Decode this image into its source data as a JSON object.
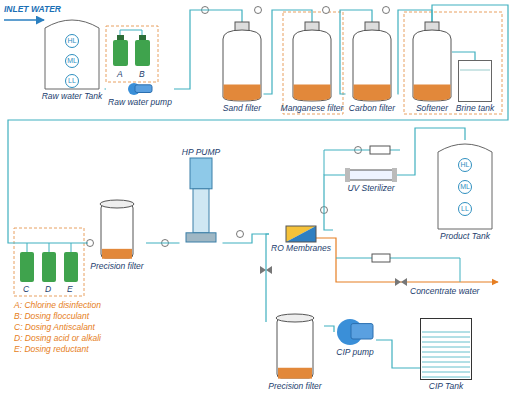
{
  "diagram": {
    "nodes": [
      {
        "text": [
          "Raw water Tank"
        ]
      },
      {
        "text": [
          "HL"
        ],
        "in": 0
      },
      {
        "text": [
          "ML"
        ],
        "in": 0
      },
      {
        "text": [
          "LL"
        ],
        "in": 0
      },
      {
        "text": [
          "Raw water pump"
        ]
      },
      {
        "text": [
          "Sand filter"
        ]
      },
      {
        "text": [
          "Manganese filter"
        ]
      },
      {
        "text": [
          "Carbon filter"
        ]
      },
      {
        "text": [
          "Softener"
        ]
      },
      {
        "text": [
          "Brine tank"
        ]
      },
      {
        "text": [
          "Precision filter"
        ]
      },
      {
        "text": [
          "HP PUMP"
        ]
      },
      {
        "text": [
          "RO Membranes"
        ]
      },
      {
        "text": [
          "UV Sterilizer"
        ]
      },
      {
        "text": [
          "Product Tank"
        ]
      },
      {
        "text": [
          "HL"
        ],
        "in": 14
      },
      {
        "text": [
          "ML"
        ],
        "in": 14
      },
      {
        "text": [
          "LL"
        ],
        "in": 14
      },
      {
        "text": [
          "Precision filter"
        ]
      },
      {
        "text": [
          "CIP pump"
        ]
      },
      {
        "text": [
          "CIP Tank"
        ]
      }
    ],
    "edges": [
      {
        "from": 0,
        "to": 4,
        "arrow": "none"
      },
      {
        "from": 4,
        "to": 5,
        "arrow": "none"
      },
      {
        "from": 5,
        "to": 6,
        "arrow": "none"
      },
      {
        "from": 6,
        "to": 7,
        "arrow": "none"
      },
      {
        "from": 7,
        "to": 8,
        "arrow": "none"
      },
      {
        "from": 8,
        "to": 9,
        "arrow": "none"
      },
      {
        "from": 8,
        "to": 10,
        "arrow": "none"
      },
      {
        "from": 10,
        "to": 11,
        "arrow": "none"
      },
      {
        "from": 11,
        "to": 12,
        "arrow": "none"
      },
      {
        "from": 12,
        "to": 13,
        "arrow": "none"
      },
      {
        "from": 13,
        "to": 14,
        "arrow": "none"
      },
      {
        "from": 20,
        "to": 19,
        "arrow": "none"
      },
      {
        "from": 19,
        "to": 18,
        "arrow": "none"
      },
      {
        "from": 18,
        "to": 12,
        "arrow": "none"
      }
    ],
    "labels": [
      "INLET WATER",
      "A",
      "B",
      "C",
      "D",
      "E",
      "Concentrate water",
      "A: Chlorine disinfection",
      "B: Dosing flocculant",
      "C: Dosing Antiscalant",
      "D: Dosing acid or alkali",
      "E: Dosing reductant"
    ]
  }
}
